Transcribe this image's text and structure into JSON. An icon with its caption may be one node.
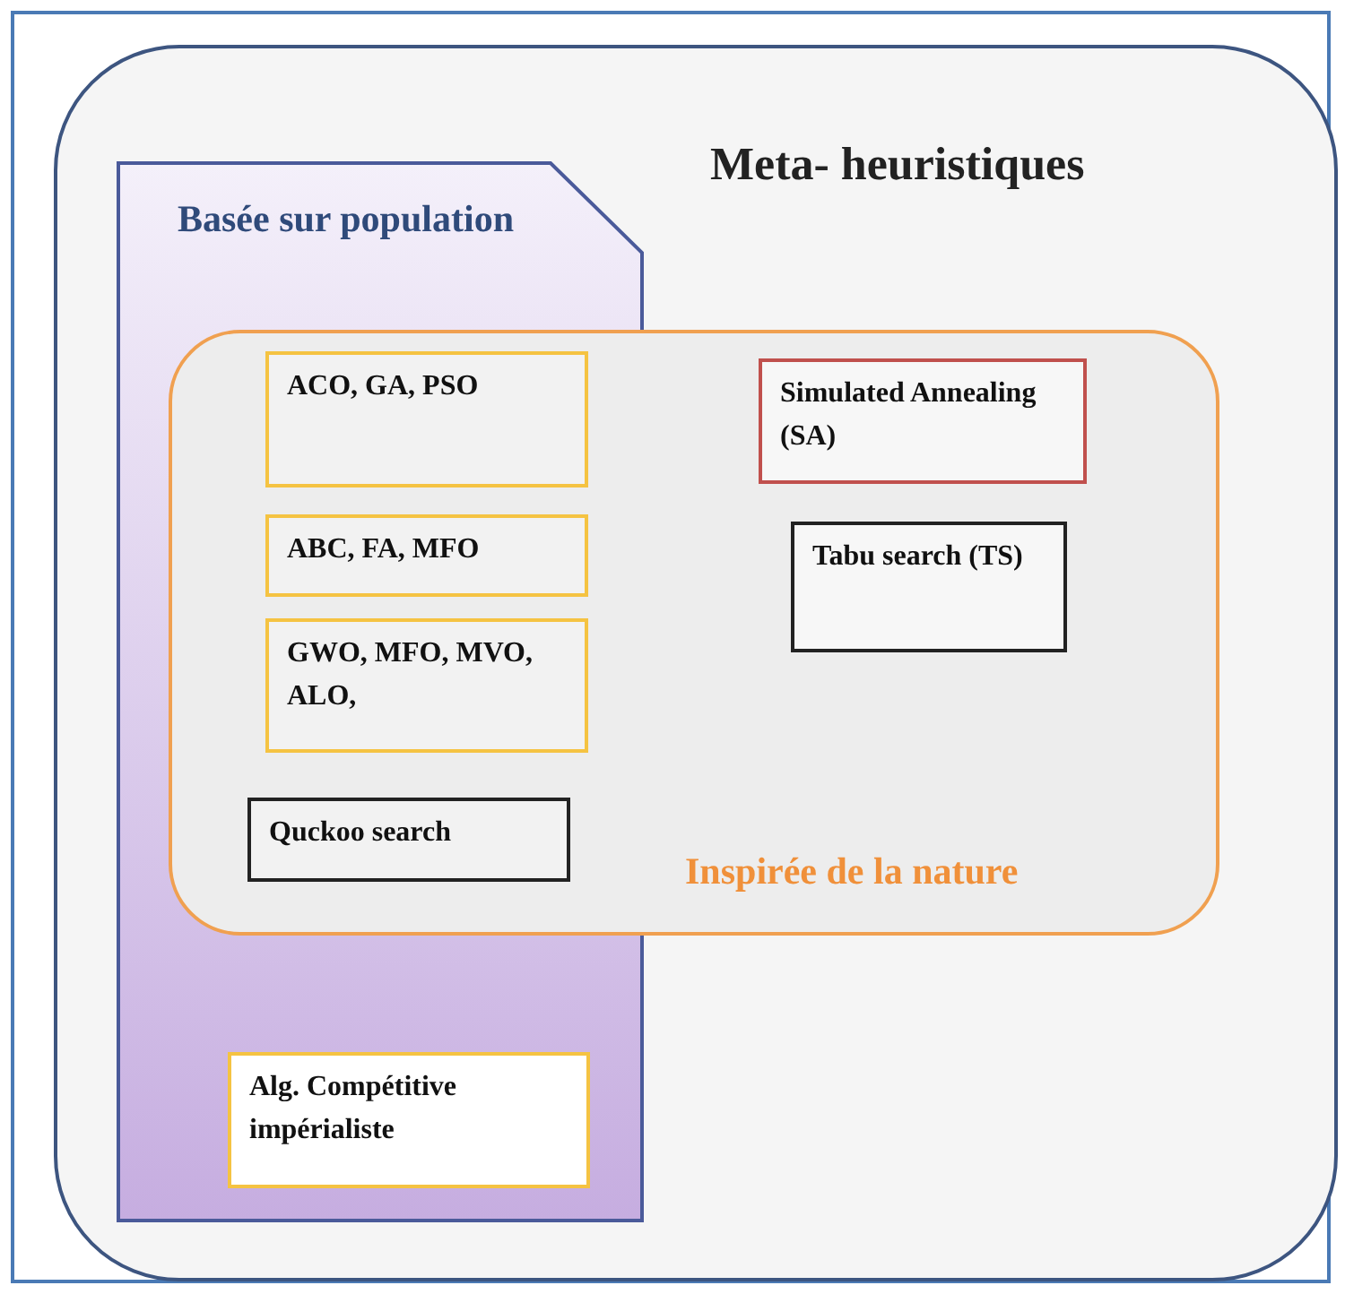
{
  "diagram": {
    "nodes": [
      {
        "text": [
          "Meta- heuristiques"
        ]
      },
      {
        "text": [
          "Basée sur population"
        ],
        "in": 0
      },
      {
        "text": [
          "Inspirée de la nature"
        ],
        "in": 0
      },
      {
        "text": [
          "ACO, GA, PSO"
        ]
      },
      {
        "text": [
          "ABC, FA, MFO"
        ]
      },
      {
        "text": [
          "GWO, MFO, MVO, ALO,"
        ]
      },
      {
        "text": [
          "Quckoo search"
        ]
      },
      {
        "text": [
          "Simulated Annealing (SA)"
        ],
        "in": 2
      },
      {
        "text": [
          "Tabu search (TS)"
        ],
        "in": 2
      },
      {
        "text": [
          "Alg. Compétitive impérialiste"
        ],
        "in": 1
      }
    ]
  }
}
